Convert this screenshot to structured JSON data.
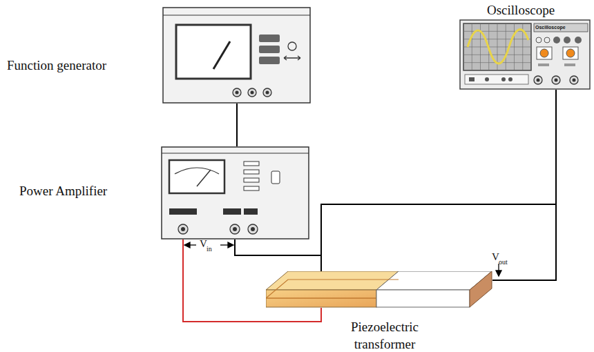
{
  "diagram": {
    "nodes": [
      {
        "text": [
          "Function generator"
        ]
      },
      {
        "text": [
          "Oscilloscope",
          "Oscilloscope"
        ]
      },
      {
        "text": [
          "Power Amplifier"
        ]
      },
      {
        "text": [
          "Piezoelectric transformer"
        ]
      }
    ],
    "edges": [
      {
        "from": 0,
        "to": 2,
        "arrow": "none"
      },
      {
        "from": 2,
        "to": 3,
        "arrow": "none"
      },
      {
        "from": 2,
        "to": 3,
        "arrow": "none"
      },
      {
        "from": 3,
        "to": 1,
        "arrow": "none"
      },
      {
        "from": 3,
        "to": 1,
        "arrow": "none"
      }
    ],
    "labels": [
      "V",
      "in",
      "V",
      "out"
    ]
  }
}
